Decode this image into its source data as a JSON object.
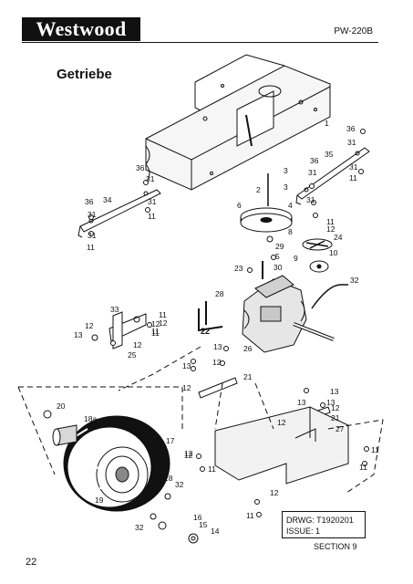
{
  "header": {
    "brand": "Westwood",
    "model": "PW-220B"
  },
  "title": "Getriebe",
  "footer": {
    "page_number": "22",
    "drawing": "DRWG: T1920201",
    "issue": "ISSUE: 1",
    "section": "SECTION 9"
  },
  "callouts": [
    "1",
    "36",
    "31",
    "31",
    "11",
    "35",
    "36",
    "31",
    "3",
    "2",
    "3",
    "6",
    "4",
    "31",
    "11",
    "12",
    "24",
    "8",
    "29",
    "10",
    "5",
    "9",
    "23",
    "30",
    "32",
    "28",
    "22",
    "33",
    "11",
    "12",
    "12",
    "11",
    "13",
    "12",
    "25",
    "26",
    "13",
    "12",
    "13",
    "12",
    "21",
    "13",
    "13",
    "12",
    "21",
    "12",
    "27",
    "20",
    "18a",
    "17",
    "18",
    "12",
    "32",
    "11",
    "19",
    "12",
    "11",
    "32",
    "16",
    "15",
    "14",
    "36",
    "34",
    "31",
    "31",
    "11",
    "11",
    "36",
    "31",
    "31",
    "11",
    "11",
    "13",
    "12",
    "12",
    "11"
  ]
}
